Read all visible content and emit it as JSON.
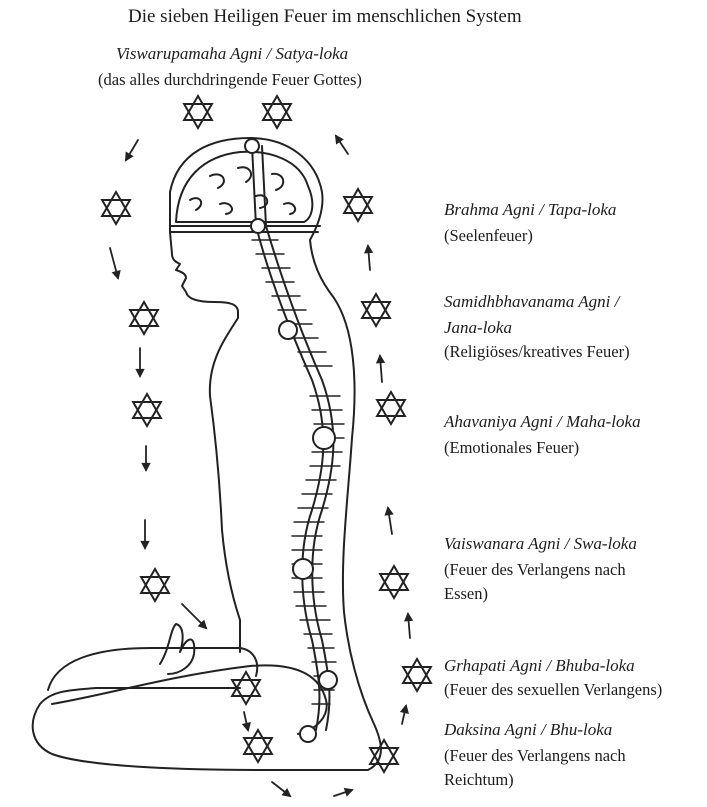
{
  "title": "Die sieben Heiligen Feuer im menschlichen System",
  "fires": [
    {
      "name": "Viswarupamaha Agni / Satya-loka",
      "desc": [
        "(das alles durchdringende Feuer Gottes)"
      ]
    },
    {
      "name": "Brahma Agni / Tapa-loka",
      "desc": [
        "(Seelenfeuer)"
      ]
    },
    {
      "name": "Samidhbhavanama Agni /",
      "name2": "Jana-loka",
      "desc": [
        "(Religiöses/kreatives Feuer)"
      ]
    },
    {
      "name": "Ahavaniya Agni / Maha-loka",
      "desc": [
        "(Emotionales Feuer)"
      ]
    },
    {
      "name": "Vaiswanara Agni / Swa-loka",
      "desc": [
        "(Feuer des Verlangens nach",
        "Essen)"
      ]
    },
    {
      "name": "Grhapati Agni / Bhuba-loka",
      "desc": [
        "(Feuer des sexuellen Verlangens)"
      ]
    },
    {
      "name": "Daksina Agni / Bhu-loka",
      "desc": [
        "(Feuer des Verlangens nach",
        "Reichtum)"
      ]
    }
  ],
  "icons": {
    "star": "star-of-david-icon",
    "arrow": "arrow-icon"
  },
  "colors": {
    "ink": "#222222",
    "paper": "#ffffff"
  }
}
